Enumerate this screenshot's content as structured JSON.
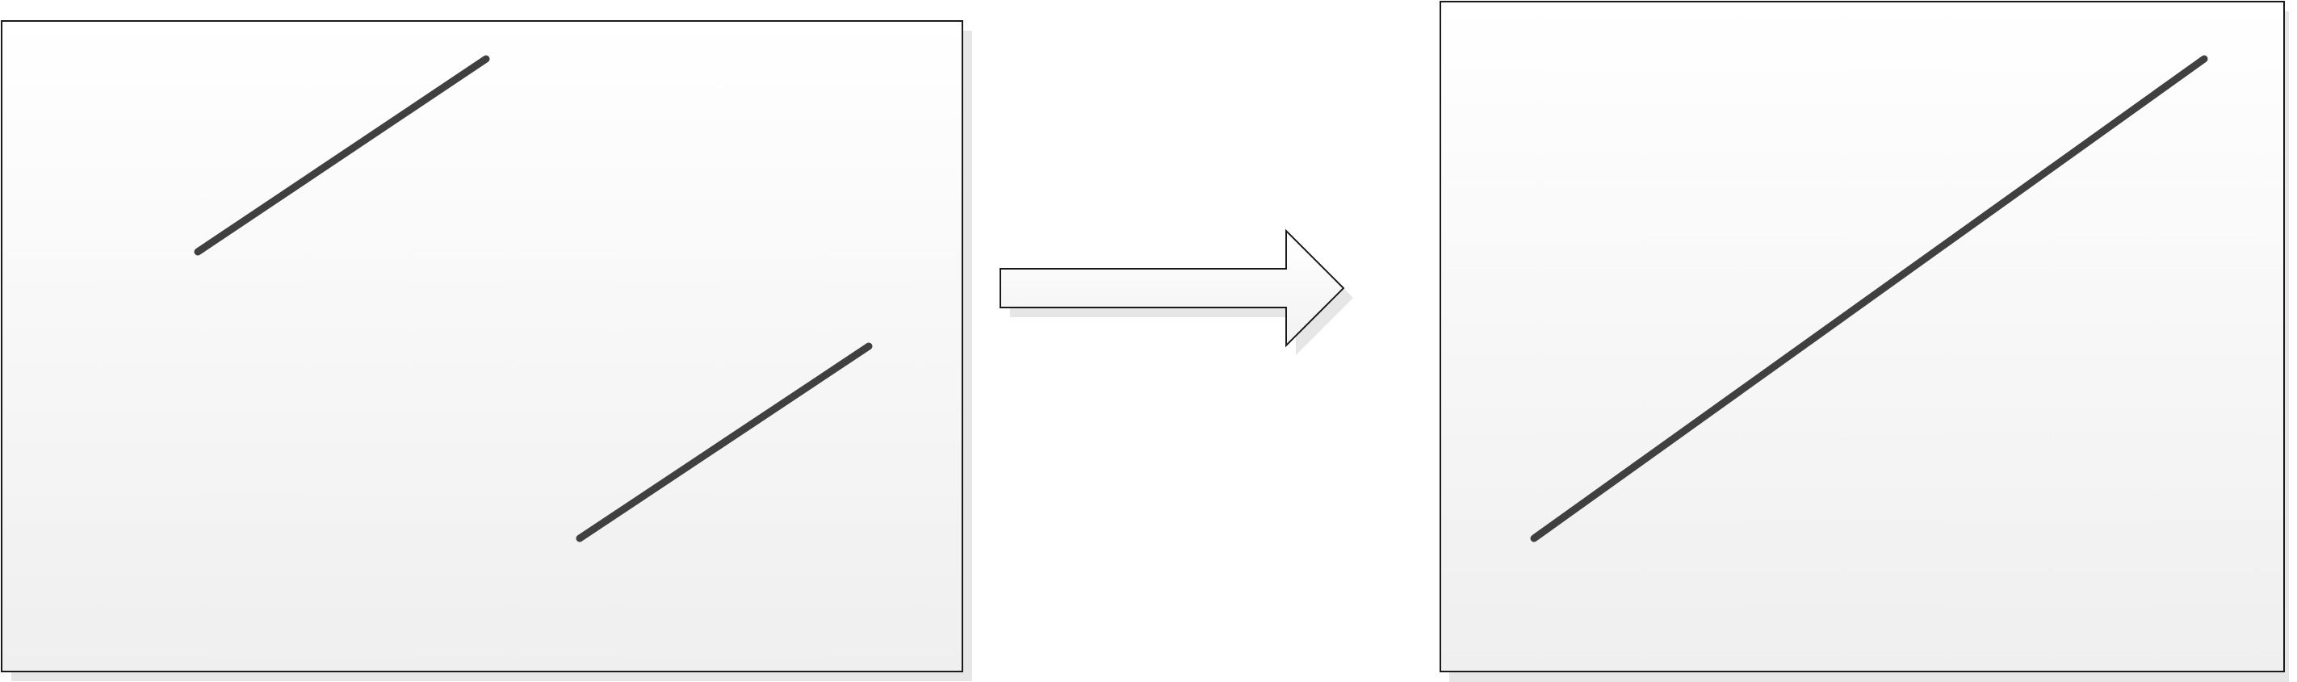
{
  "diagram": {
    "description_kind": "two separate line segments merged into a single line segment",
    "colors": {
      "background": "#ffffff",
      "panel_fill_top": "#ffffff",
      "panel_fill_bottom": "#efefef",
      "panel_border": "#1a1a1a",
      "shadow": "#e6e6e6",
      "segment_stroke": "#404040",
      "arrow_fill_top": "#ffffff",
      "arrow_fill_bottom": "#f2f2f2",
      "arrow_border": "#1a1a1a"
    },
    "panels": [
      {
        "name": "before-panel",
        "segments": 2
      },
      {
        "name": "after-panel",
        "segments": 1
      }
    ],
    "connector": {
      "icon": "right-arrow-icon",
      "direction": "right"
    }
  }
}
